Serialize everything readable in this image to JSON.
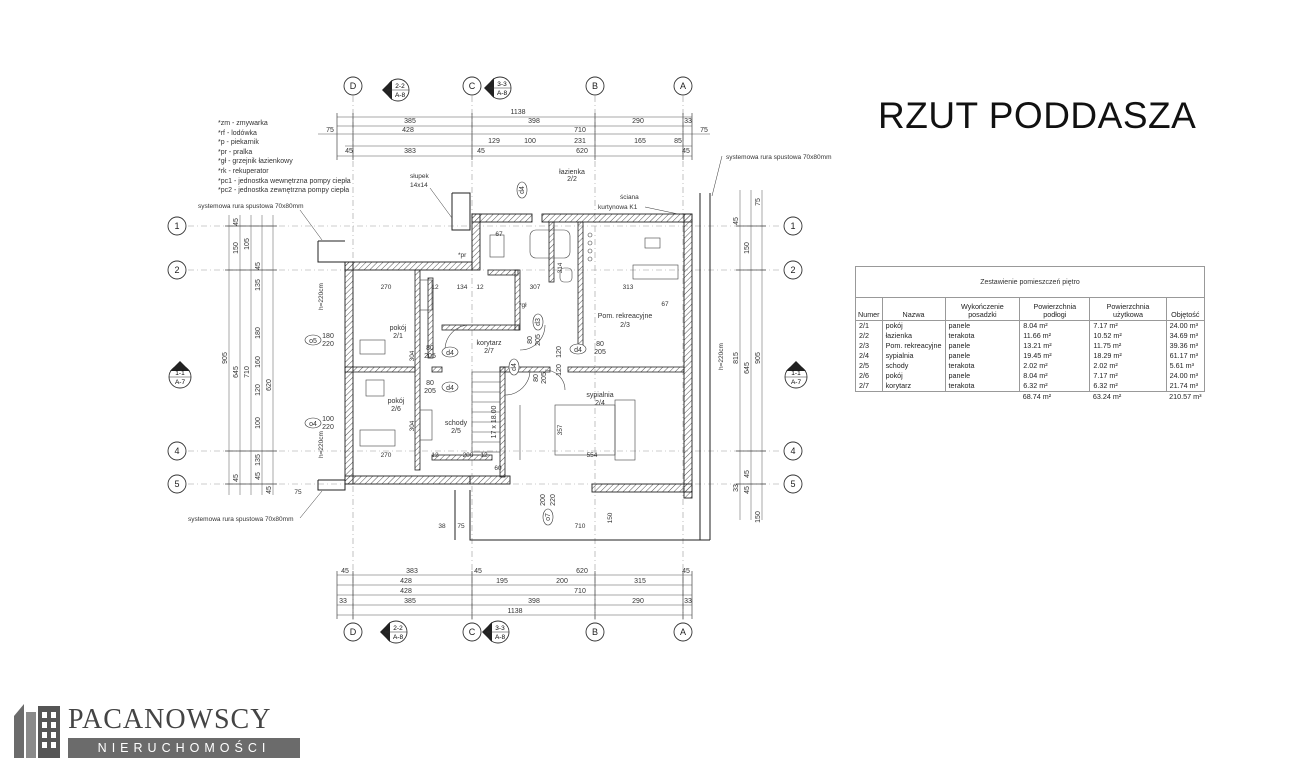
{
  "title": "RZUT PODDASZA",
  "legend": [
    "*zm - zmywarka",
    "*rf - lodówka",
    "*p - piekarnik",
    "*pr - pralka",
    "*gł - grzejnik łazienkowy",
    "*rk - rekuperator",
    "*pc1 - jednostka wewnętrzna pompy ciepła",
    "*pc2 - jednostka zewnętrzna pompy ciepła"
  ],
  "axes": {
    "columns": [
      "D",
      "C",
      "B",
      "A"
    ],
    "rows": [
      "1",
      "2",
      "4",
      "5"
    ]
  },
  "sections": {
    "s22": "2-2",
    "s33": "3-3",
    "a8": "A-8",
    "s11": "1-1",
    "a7": "A-7"
  },
  "dims": {
    "top1": [
      "1138",
      "33"
    ],
    "top2": [
      "385",
      "398",
      "290",
      "33"
    ],
    "top3": [
      "75",
      "428",
      "710",
      "75"
    ],
    "top4": [
      "129",
      "100",
      "231",
      "165",
      "85"
    ],
    "top5": [
      "45",
      "383",
      "45",
      "620",
      "45"
    ],
    "bot1": [
      "45",
      "383",
      "45",
      "620",
      "45"
    ],
    "bot2": [
      "428",
      "195",
      "200",
      "315"
    ],
    "bot3": [
      "428",
      "710"
    ],
    "bot4": [
      "33",
      "385",
      "398",
      "290",
      "33"
    ],
    "bot5": [
      "1138"
    ],
    "left": [
      "45",
      "150",
      "105",
      "45",
      "135",
      "180",
      "120",
      "905",
      "645",
      "710",
      "160",
      "620",
      "100",
      "135",
      "45",
      "45",
      "45"
    ],
    "right": [
      "75",
      "45",
      "150",
      "815",
      "905",
      "645",
      "45",
      "33",
      "45",
      "150"
    ],
    "inner": [
      "270",
      "304",
      "12",
      "134",
      "12",
      "307",
      "314",
      "313",
      "67",
      "67",
      "270",
      "304",
      "12",
      "200",
      "12",
      "357",
      "554",
      "710",
      "150",
      "38",
      "75",
      "75",
      "60"
    ]
  },
  "annotations": {
    "rura_top_right": "systemowa rura spustowa 70x80mm",
    "rura_left": "systemowa rura spustowa 70x80mm",
    "rura_bottom": "systemowa rura spustowa 70x80mm",
    "slupek": "słupek",
    "slupek_size": "14x14",
    "sciana": "ściana",
    "kurtynowa": "kurtynowa K1",
    "pr": "*pr",
    "gl": "*gł",
    "h_left_top": "h=220cm",
    "h_left_bottom": "h=220cm",
    "h_right": "h=220cm"
  },
  "rooms": [
    {
      "name": "pokój",
      "no": "2/1"
    },
    {
      "name": "łazienka",
      "no": "2/2"
    },
    {
      "name": "Pom. rekreacyjne",
      "no": "2/3"
    },
    {
      "name": "sypialnia",
      "no": "2/4"
    },
    {
      "name": "schody",
      "no": "2/5"
    },
    {
      "name": "pokój",
      "no": "2/6"
    },
    {
      "name": "korytarz",
      "no": "2/7"
    }
  ],
  "openings": {
    "o5": "o5",
    "o5a": "180",
    "o5b": "220",
    "o4": "o4",
    "o4a": "100",
    "o4b": "220",
    "o7": "o7",
    "o7a": "200",
    "o7b": "220",
    "d4": "d4",
    "d3": "d3",
    "d80": "80",
    "d205": "205",
    "d120": "120",
    "stairs": "17 x 18.00"
  },
  "table": {
    "caption": "Zestawienie pomieszczeń piętro",
    "headers": [
      "Numer",
      "Nazwa",
      "Wykończenie posadzki",
      "Powierzchnia podłogi",
      "Powierzchnia użytkowa",
      "Objętość"
    ],
    "rows": [
      [
        "2/1",
        "pokój",
        "panele",
        "8.04 m²",
        "7.17 m²",
        "24.00 m³"
      ],
      [
        "2/2",
        "łazienka",
        "terakota",
        "11.66 m²",
        "10.52 m²",
        "34.69 m³"
      ],
      [
        "2/3",
        "Pom. rekreacyjne",
        "panele",
        "13.21 m²",
        "11.75 m²",
        "39.36 m³"
      ],
      [
        "2/4",
        "sypialnia",
        "panele",
        "19.45 m²",
        "18.29 m²",
        "61.17 m³"
      ],
      [
        "2/5",
        "schody",
        "terakota",
        "2.02 m²",
        "2.02 m²",
        "5.61 m³"
      ],
      [
        "2/6",
        "pokój",
        "panele",
        "8.04 m²",
        "7.17 m²",
        "24.00 m³"
      ],
      [
        "2/7",
        "korytarz",
        "terakota",
        "6.32 m²",
        "6.32 m²",
        "21.74 m³"
      ]
    ],
    "totals": [
      "",
      "",
      "",
      "68.74 m²",
      "63.24 m²",
      "210.57 m³"
    ]
  },
  "logo": {
    "name": "PACANOWSCY",
    "sub": "NIERUCHOMOŚCI"
  }
}
